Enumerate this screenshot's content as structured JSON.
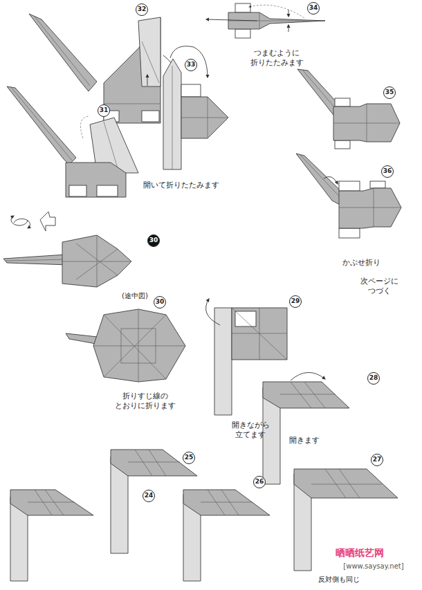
{
  "diagram": {
    "labels": [
      "32",
      "33",
      "開いて折りたたみます",
      "34",
      "つまむように 折りたたみます",
      "35",
      "36",
      "かぶせ折り",
      "次ページに つづく",
      "31",
      "30",
      "(途中図)",
      "30",
      "折りすじ線の とおりに折ります",
      "29",
      "開きながら 立てます",
      "28",
      "開きます",
      "27",
      "反対側も同じ",
      "26",
      "25",
      "24",
      "晒晒纸艺网",
      "[www.saysay.net]"
    ]
  }
}
